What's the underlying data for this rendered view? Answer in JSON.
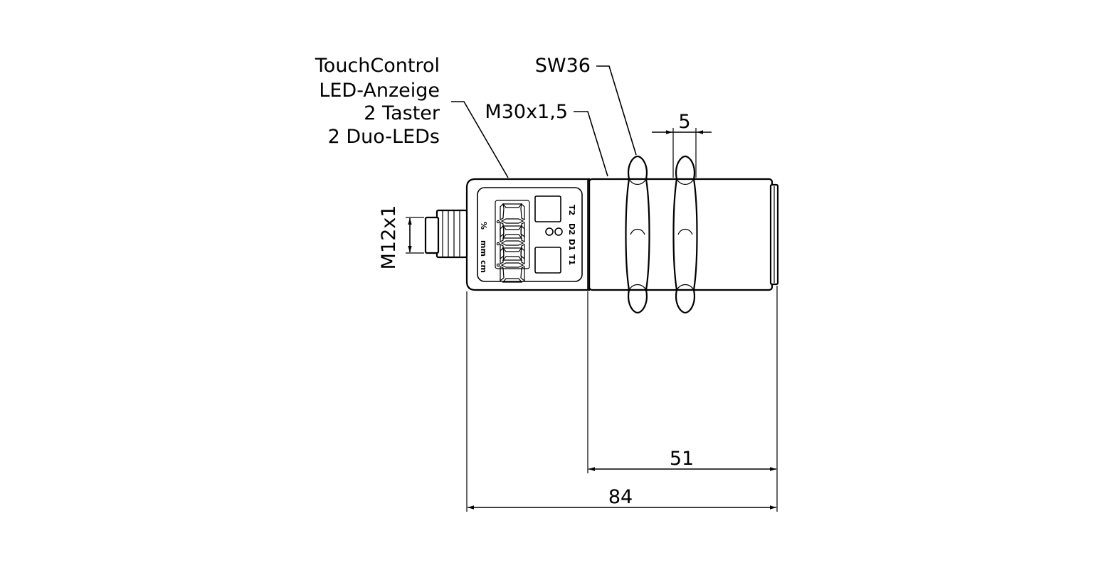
{
  "callouts": {
    "touchcontrol": [
      "TouchControl",
      "LED-Anzeige",
      "2 Taster",
      "2 Duo-LEDs"
    ],
    "wrench_size": "SW36",
    "thread": "M30x1,5",
    "connector": "M12x1"
  },
  "dimensions": {
    "nut_width": "5",
    "thread_length": "51",
    "total_length": "84"
  },
  "panel_labels": {
    "unit_cm": "cm",
    "unit_mm": "mm",
    "unit_percent": "%",
    "button_1": "T1",
    "button_2": "T2",
    "led_1": "D1",
    "led_2": "D2"
  }
}
